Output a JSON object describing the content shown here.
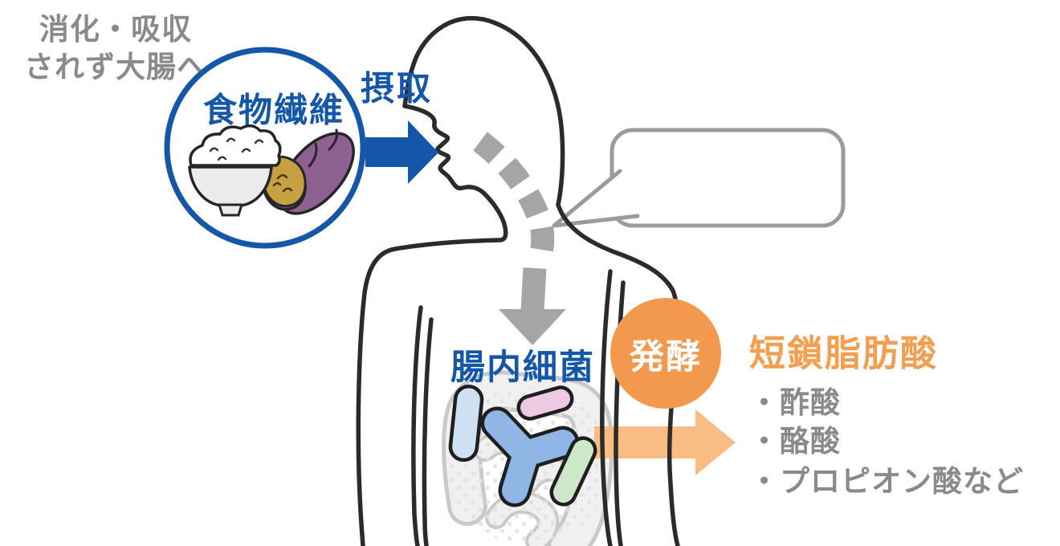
{
  "diagram": {
    "fiber_circle": {
      "label": "食物繊維"
    },
    "intake_label": "摂取",
    "speech_bubble": {
      "line1": "消化・吸収",
      "line2": "されず大腸へ"
    },
    "gut_bacteria_label": "腸内細菌",
    "fermentation_label": "発酵",
    "scfa": {
      "title": "短鎖脂肪酸",
      "items": [
        "・酢酸",
        "・酪酸",
        "・プロピオン酸など"
      ]
    },
    "colors": {
      "blue": "#1456A8",
      "orange": "#F2994E",
      "orange_light": "#F9BD84",
      "orange_text": "#F49F4F",
      "gray_text": "#8A8A8A",
      "body_outline": "#2B2B2B",
      "digest_arrow_gray": "#A5A5A5"
    }
  }
}
